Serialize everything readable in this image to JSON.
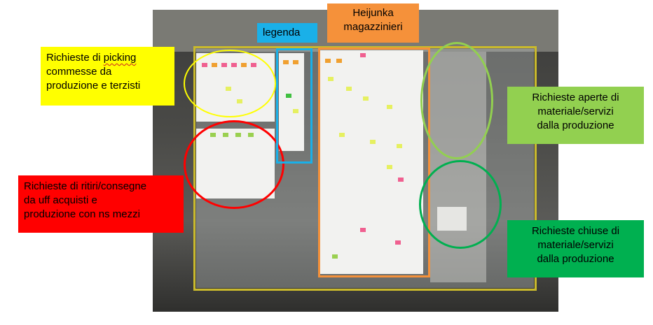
{
  "labels": {
    "picking": {
      "line1_prefix": "Richieste di ",
      "line1_word": "picking",
      "line2": "commesse da",
      "line3": "produzione e terzisti"
    },
    "ritiri": {
      "line1": "Richieste di ritiri/consegne",
      "line2": "da uff acquisti e",
      "line3": "produzione con ns mezzi"
    },
    "legenda": "legenda",
    "heijunka": {
      "line1": "Heijunka",
      "line2": "magazzinieri"
    },
    "aperte": {
      "line1": "Richieste aperte di",
      "line2": "materiale/servizi",
      "line3": "dalla produzione"
    },
    "chiuse": {
      "line1": "Richieste chiuse di",
      "line2": "materiale/servizi",
      "line3": "dalla produzione"
    }
  },
  "colors": {
    "yellow": "#ffff00",
    "red": "#ff0000",
    "blue": "#1ab0e8",
    "orange": "#f5913a",
    "light_green": "#92d050",
    "green": "#00b050",
    "board_frame": "#c9b92c"
  }
}
